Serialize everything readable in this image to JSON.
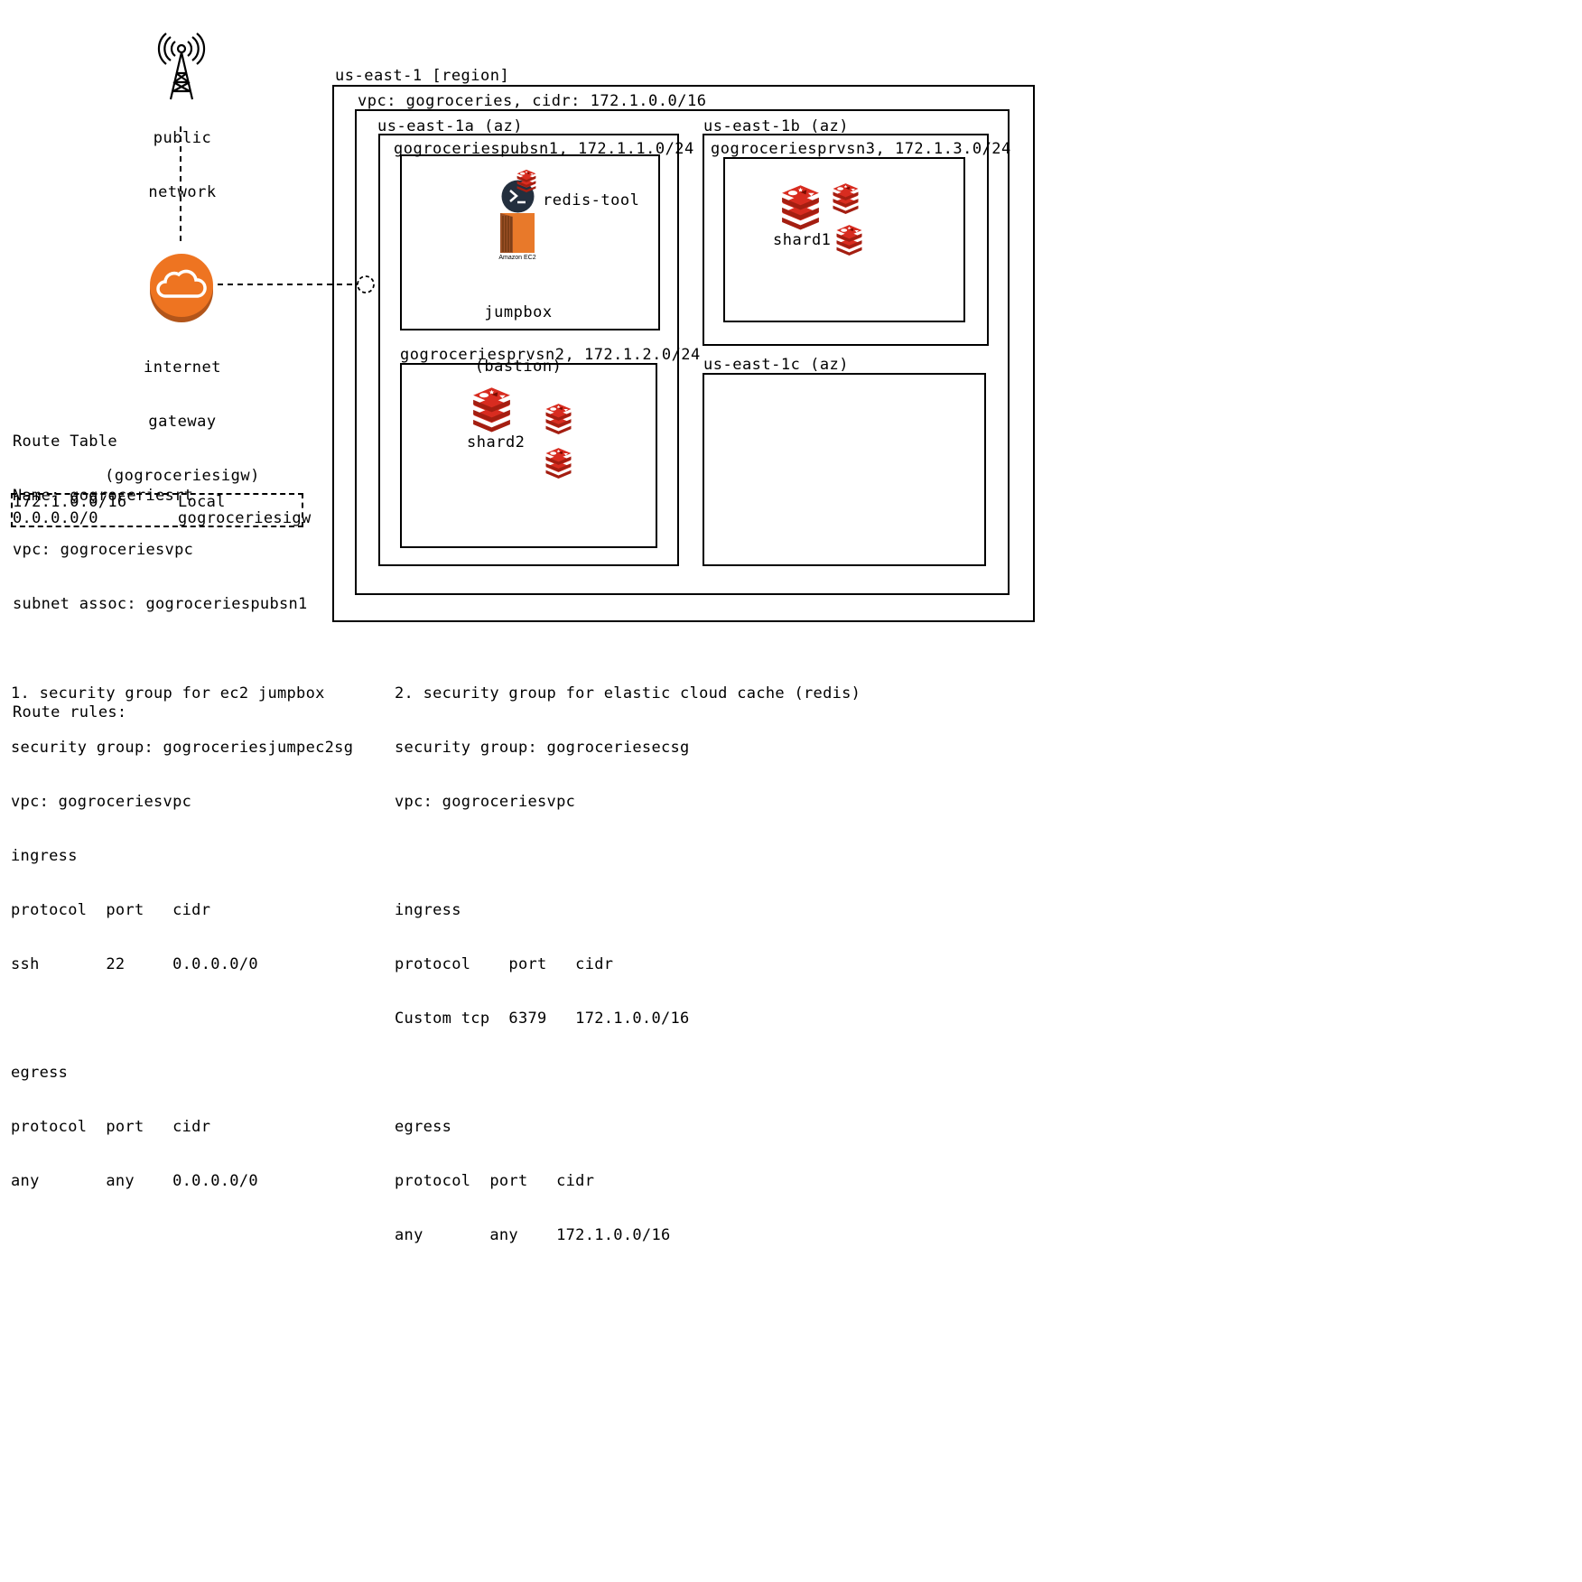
{
  "public_network": {
    "label_1": "public",
    "label_2": "network"
  },
  "internet_gateway": {
    "label_1": "internet",
    "label_2": "gateway",
    "label_3": "(gogroceriesigw)"
  },
  "region": {
    "label": "us-east-1 [region]"
  },
  "vpc": {
    "label": "vpc: gogroceries, cidr: 172.1.0.0/16"
  },
  "az_1a": {
    "label": "us-east-1a (az)",
    "pub_subnet": {
      "label": "gogroceriespubsn1, 172.1.1.0/24",
      "redis_tool_label": "redis-tool",
      "ec2_caption": "Amazon EC2",
      "jumpbox_label_1": "jumpbox",
      "jumpbox_label_2": "(bastion)"
    },
    "prv_subnet": {
      "label": "gogroceriesprvsn2, 172.1.2.0/24",
      "shard_label": "shard2"
    }
  },
  "az_1b": {
    "label": "us-east-1b (az)",
    "prv_subnet": {
      "label": "gogroceriesprvsn3, 172.1.3.0/24",
      "shard_label": "shard1"
    }
  },
  "az_1c": {
    "label": "us-east-1c (az)"
  },
  "route_table": {
    "lines": [
      "Route Table",
      "Name: gogroceriesrt",
      "vpc: gogroceriesvpc",
      "subnet assoc: gogroceriespubsn1",
      "",
      "Route rules:"
    ],
    "rules": [
      {
        "cidr": "172.1.0.0/16",
        "target": "Local"
      },
      {
        "cidr": "0.0.0.0/0",
        "target": "gogroceriesigw"
      }
    ]
  },
  "sg_jumpbox": {
    "lines": [
      "1. security group for ec2 jumpbox",
      "security group: gogroceriesjumpec2sg",
      "vpc: gogroceriesvpc",
      "ingress",
      "protocol  port   cidr",
      "ssh       22     0.0.0.0/0",
      "",
      "egress",
      "protocol  port   cidr",
      "any       any    0.0.0.0/0"
    ]
  },
  "sg_redis": {
    "lines": [
      "2. security group for elastic cloud cache (redis)",
      "security group: gogroceriesecsg",
      "vpc: gogroceriesvpc",
      "",
      "ingress",
      "protocol    port   cidr",
      "Custom tcp  6379   172.1.0.0/16",
      "",
      "egress",
      "protocol  port   cidr",
      "any       any    172.1.0.0/16"
    ]
  },
  "colors": {
    "igw_orange": "#EE7421",
    "redis_red": "#C6302B",
    "ec2_orange": "#E8792A",
    "terminal_dark": "#232F3E"
  }
}
